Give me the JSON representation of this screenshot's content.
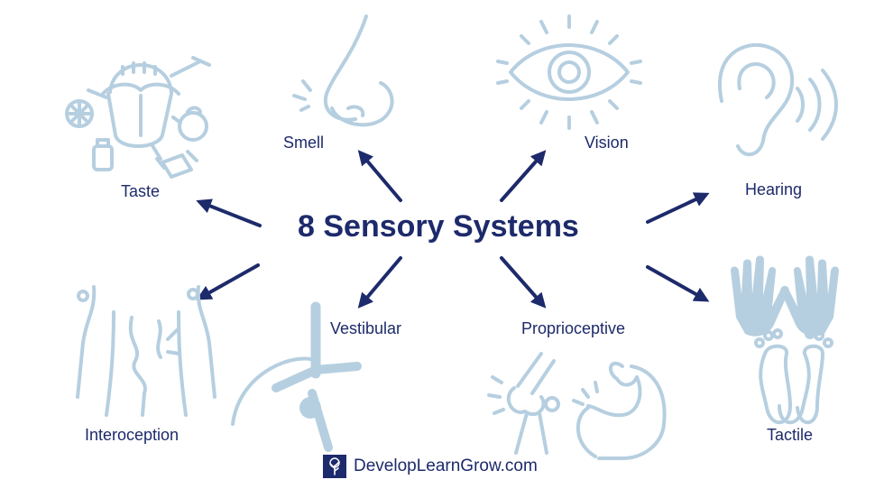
{
  "title": "8 Sensory Systems",
  "senses": {
    "taste": "Taste",
    "smell": "Smell",
    "vision": "Vision",
    "hearing": "Hearing",
    "interoception": "Interoception",
    "vestibular": "Vestibular",
    "proprioceptive": "Proprioceptive",
    "tactile": "Tactile"
  },
  "brand": "DevelopLearnGrow.com",
  "icons": [
    "mouth-tongue-icon",
    "nose-icon",
    "eye-icon",
    "ear-icon",
    "torso-organs-icon",
    "cartwheel-person-icon",
    "knee-joint-icon",
    "flexed-arm-icon",
    "hands-feet-icon",
    "tree-logo-icon"
  ],
  "colors": {
    "text": "#1d2a6b",
    "arrow": "#1d2a6b",
    "icon": "#b6cfe0"
  }
}
